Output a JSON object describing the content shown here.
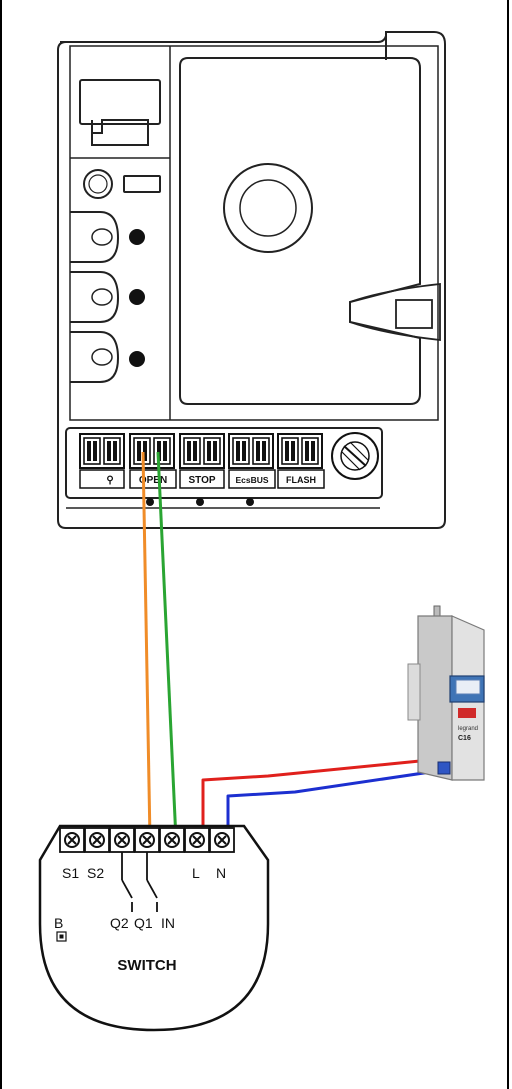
{
  "controller": {
    "terminal_labels": [
      "",
      "OPEN",
      "STOP",
      "EcsBUS",
      "FLASH"
    ]
  },
  "breaker": {
    "rating": "C16",
    "brand": "legrand"
  },
  "switch_module": {
    "terminal_labels": [
      "S1",
      "S2",
      "L",
      "N"
    ],
    "output_labels": [
      "Q2",
      "Q1",
      "IN"
    ],
    "button_label": "B",
    "title": "SWITCH"
  },
  "wires": [
    {
      "name": "orange-wire",
      "color": "#f08c28"
    },
    {
      "name": "green-wire",
      "color": "#2aa532"
    },
    {
      "name": "red-wire",
      "color": "#e0201c"
    },
    {
      "name": "blue-wire",
      "color": "#1c2fd0"
    }
  ]
}
